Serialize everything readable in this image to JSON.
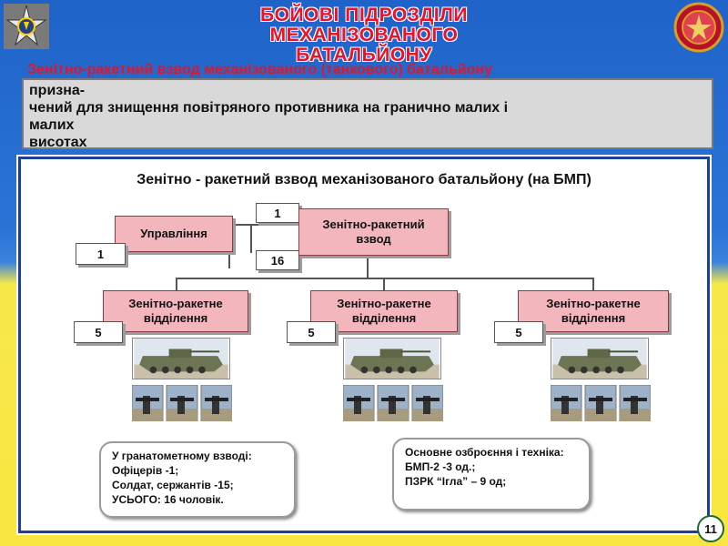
{
  "header": {
    "title_lines": [
      "БОЙОВІ ПІДРОЗДІЛИ",
      "МЕХАНІЗОВАНОГО",
      "БАТАЛЬЙОНУ"
    ]
  },
  "description": {
    "lead": "Зенітно-ракетний взвод механізованого (танкового) батальйону",
    "lines": [
      "призна-",
      "чений для знищення повітряного противника на гранично малих і",
      "малих",
      "висотах"
    ]
  },
  "diagram": {
    "title": "Зенітно - ракетний взвод механізованого батальйону (на БМП)",
    "platoon": {
      "label_lines": [
        "Зенітно-ракетний",
        "взвод"
      ],
      "count_top": "1",
      "count_total": "16"
    },
    "control": {
      "label": "Управління",
      "count": "1"
    },
    "sections": [
      {
        "label_lines": [
          "Зенітно-ракетне",
          "відділення"
        ],
        "count": "5"
      },
      {
        "label_lines": [
          "Зенітно-ракетне",
          "відділення"
        ],
        "count": "5"
      },
      {
        "label_lines": [
          "Зенітно-ракетне",
          "відділення"
        ],
        "count": "5"
      }
    ],
    "personnel_box": {
      "lines": [
        "У гранатометному взводі:",
        "Офіцерів -1;",
        "Солдат, сержантів -15;",
        "УСЬОГО: 16 чоловік."
      ]
    },
    "equipment_box": {
      "lines": [
        "Основне озброєння і техніка:",
        "БМП-2  -3 од.;",
        "ПЗРК “Ігла” – 9 од;"
      ]
    }
  },
  "page_number": "11",
  "colors": {
    "title_red": "#e8142a",
    "box_pink": "#f4b6bd",
    "flag_blue": "#2b74d6",
    "flag_yellow": "#f9e640"
  }
}
